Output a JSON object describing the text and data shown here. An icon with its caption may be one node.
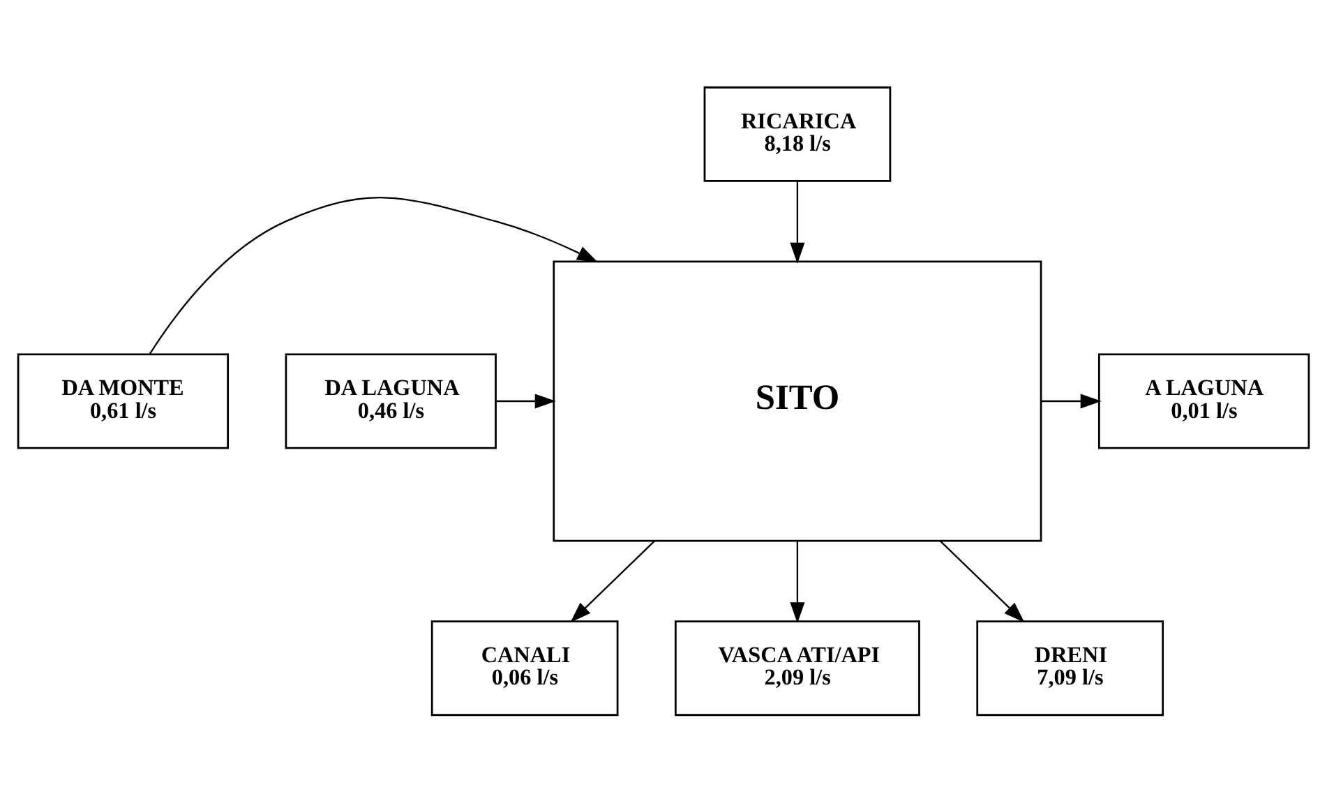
{
  "diagram": {
    "nodes": [
      {
        "text": [
          "RICARICA",
          "8,18 l/s"
        ]
      },
      {
        "text": [
          "DA MONTE",
          "0,61 l/s"
        ]
      },
      {
        "text": [
          "SITO"
        ]
      },
      {
        "text": [
          "DA LAGUNA",
          "0,46 l/s"
        ]
      },
      {
        "text": [
          "A LAGUNA",
          "0,01 l/s"
        ]
      },
      {
        "text": [
          "CANALI",
          "0,06 l/s"
        ]
      },
      {
        "text": [
          "VASCA ATI/API",
          "2,09 l/s"
        ]
      },
      {
        "text": [
          "DRENI",
          "7,09 l/s"
        ]
      }
    ],
    "edges": [
      {
        "from": 0,
        "to": 2,
        "arrow": "to"
      },
      {
        "from": 1,
        "to": 2,
        "arrow": "to"
      },
      {
        "from": 3,
        "to": 2,
        "arrow": "to"
      },
      {
        "from": 2,
        "to": 4,
        "arrow": "to"
      },
      {
        "from": 2,
        "to": 5,
        "arrow": "to"
      },
      {
        "from": 2,
        "to": 6,
        "arrow": "to"
      },
      {
        "from": 2,
        "to": 7,
        "arrow": "to"
      }
    ]
  }
}
